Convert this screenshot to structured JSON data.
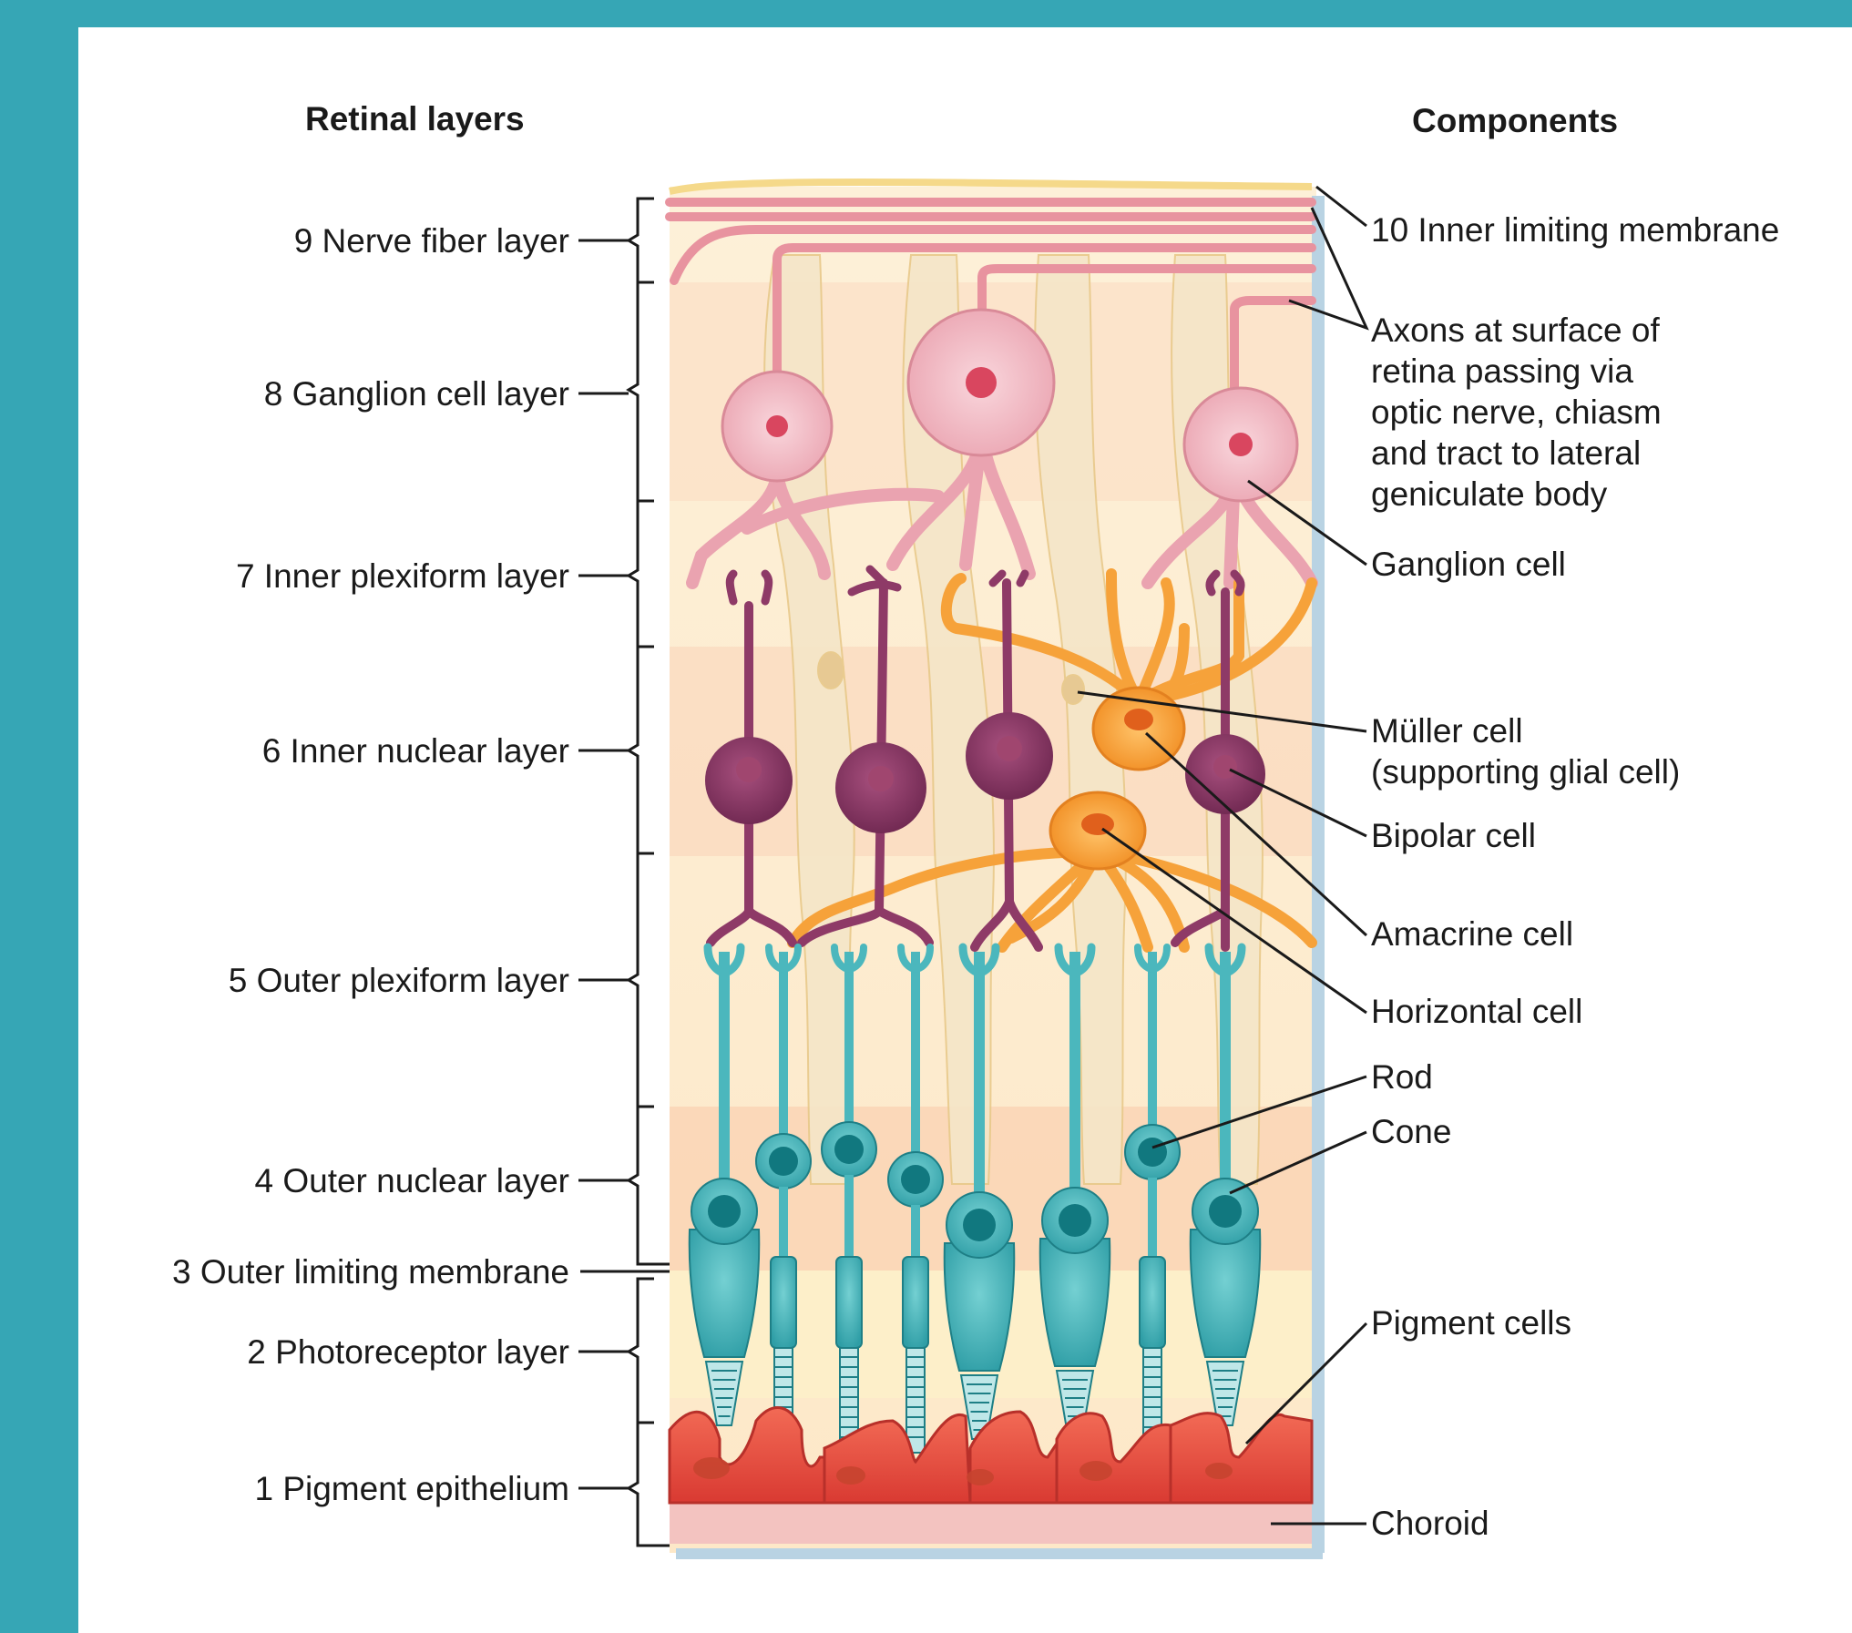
{
  "headers": {
    "left": "Retinal layers",
    "right": "Components"
  },
  "layers": [
    {
      "label": "9 Nerve fiber layer"
    },
    {
      "label": "8 Ganglion cell layer"
    },
    {
      "label": "7 Inner plexiform layer"
    },
    {
      "label": "6 Inner nuclear layer"
    },
    {
      "label": "5 Outer plexiform layer"
    },
    {
      "label": "4 Outer nuclear layer"
    },
    {
      "label": "3 Outer limiting membrane"
    },
    {
      "label": "2 Photoreceptor layer"
    },
    {
      "label": "1 Pigment epithelium"
    }
  ],
  "components": [
    {
      "label": "10 Inner limiting membrane"
    },
    {
      "lines": [
        "Axons at surface of",
        "retina passing via",
        "optic nerve, chiasm",
        "and tract to lateral",
        "geniculate body"
      ]
    },
    {
      "label": "Ganglion cell"
    },
    {
      "lines": [
        "Müller cell",
        "(supporting glial cell)"
      ]
    },
    {
      "label": "Bipolar cell"
    },
    {
      "label": "Amacrine cell"
    },
    {
      "label": "Horizontal cell"
    },
    {
      "label": "Rod"
    },
    {
      "label": "Cone"
    },
    {
      "label": "Pigment cells"
    },
    {
      "label": "Choroid"
    }
  ],
  "colors": {
    "background": "#36a6b5",
    "panel": "#ffffff",
    "ganglion": "#f2b8c2",
    "bipolar": "#8e3a67",
    "amacrine_horizontal": "#f6a23a",
    "photoreceptor": "#4bb7bd",
    "pigment_epithelium": "#e8463c",
    "muller": "#f3e2c1"
  }
}
